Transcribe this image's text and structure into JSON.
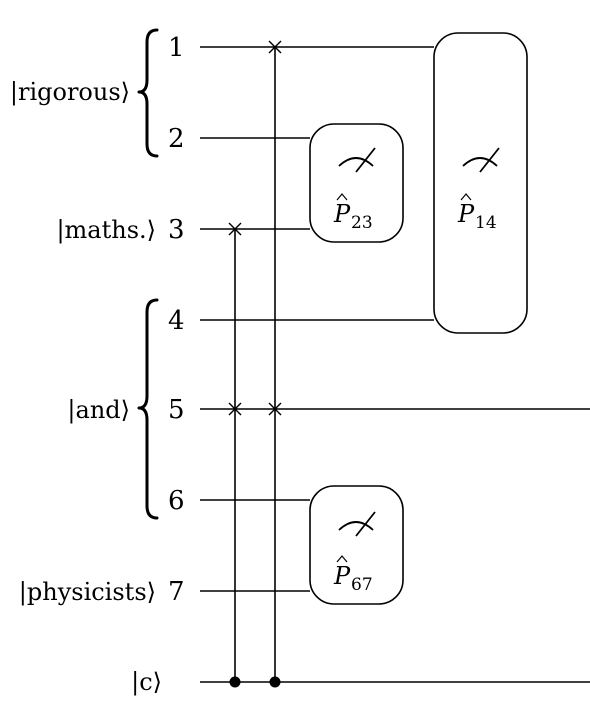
{
  "qubits": [
    {
      "number": "1",
      "y": 0
    },
    {
      "number": "2"
    },
    {
      "number": "3"
    },
    {
      "number": "4"
    },
    {
      "number": "5"
    },
    {
      "number": "6"
    },
    {
      "number": "7"
    }
  ],
  "classical_wire_label": "|c⟩",
  "register_labels": {
    "rigorous": "|rigorous⟩",
    "maths": "|maths.⟩",
    "and": "|and⟩",
    "physicists": "|physicists⟩"
  },
  "measurements": [
    {
      "operator": "P",
      "subscript": "23",
      "qubits": [
        "2",
        "3"
      ]
    },
    {
      "operator": "P",
      "subscript": "14",
      "qubits": [
        "1",
        "4"
      ]
    },
    {
      "operator": "P",
      "subscript": "67",
      "qubits": [
        "6",
        "7"
      ]
    }
  ]
}
